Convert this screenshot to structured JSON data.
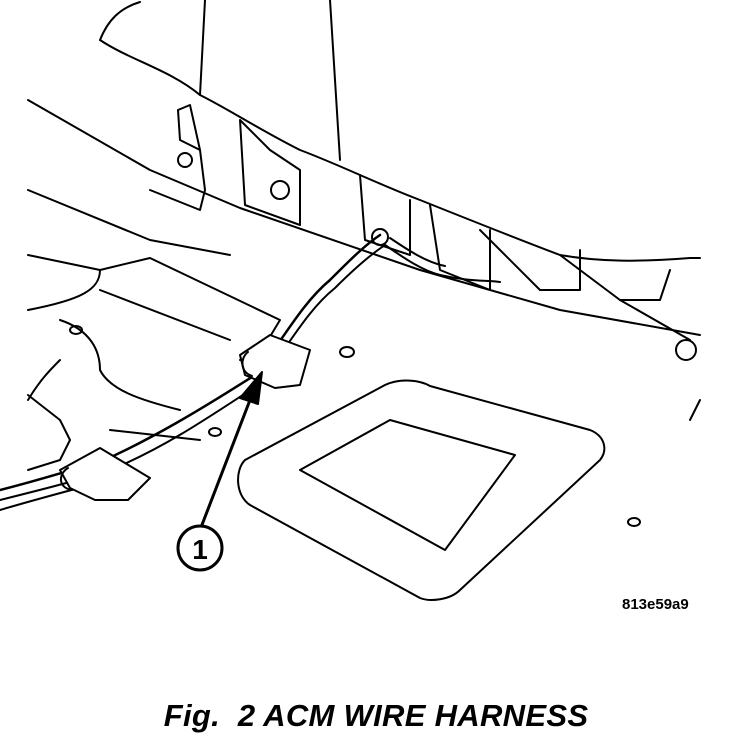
{
  "callout": {
    "number": "1"
  },
  "reference_code": "813e59a9",
  "caption": {
    "prefix": "Fig.",
    "number": "2",
    "title": "ACM WIRE HARNESS"
  }
}
